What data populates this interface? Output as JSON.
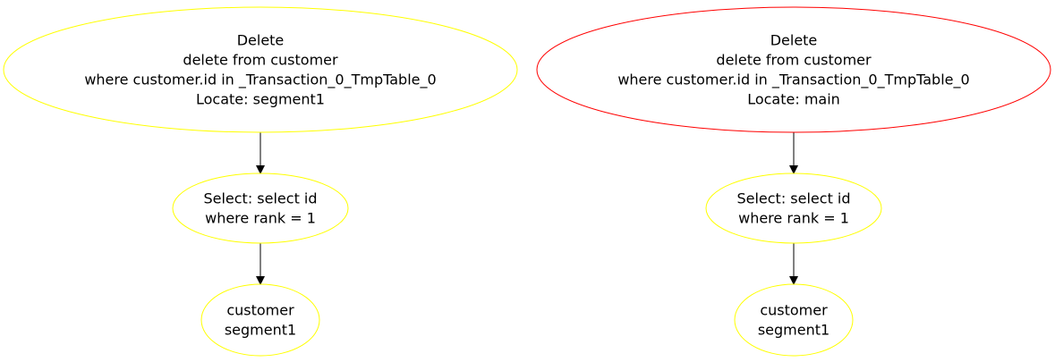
{
  "colors": {
    "background": "#ffffff",
    "node_yellow": "#ffff00",
    "node_red": "#ff0000",
    "edge": "#000000",
    "text": "#000000"
  },
  "graphs": [
    {
      "root": {
        "lines": [
          "Delete",
          "delete from customer",
          "where customer.id in _Transaction_0_TmpTable_0",
          "Locate: segment1"
        ],
        "border_color": "#ffff00"
      },
      "select": {
        "lines": [
          "Select: select id",
          "where rank = 1"
        ],
        "border_color": "#ffff00"
      },
      "table": {
        "lines": [
          "customer",
          "segment1"
        ],
        "border_color": "#ffff00"
      }
    },
    {
      "root": {
        "lines": [
          "Delete",
          "delete from customer",
          "where customer.id in _Transaction_0_TmpTable_0",
          "Locate: main"
        ],
        "border_color": "#ff0000"
      },
      "select": {
        "lines": [
          "Select: select id",
          "where rank = 1"
        ],
        "border_color": "#ffff00"
      },
      "table": {
        "lines": [
          "customer",
          "segment1"
        ],
        "border_color": "#ffff00"
      }
    }
  ]
}
